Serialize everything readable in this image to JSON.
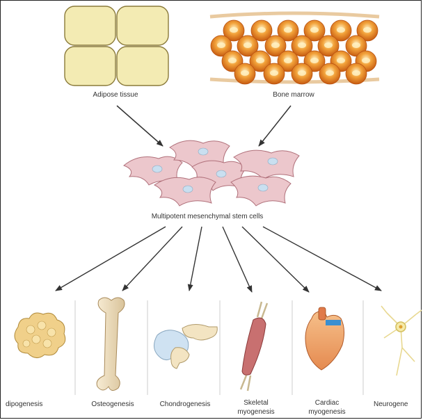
{
  "sources": [
    {
      "id": "adipose",
      "label": "Adipose tissue"
    },
    {
      "id": "marrow",
      "label": "Bone marrow"
    }
  ],
  "center": {
    "label": "Multipotent mesenchymal stem cells"
  },
  "outcomes": [
    {
      "id": "adipo",
      "label": "dipogenesis"
    },
    {
      "id": "osteo",
      "label": "Osteogenesis"
    },
    {
      "id": "chondro",
      "label": "Chondrogenesis"
    },
    {
      "id": "skeletal",
      "label": "Skeletal",
      "label2": "myogenesis"
    },
    {
      "id": "cardiac",
      "label": "Cardiac",
      "label2": "myogenesis"
    },
    {
      "id": "neuro",
      "label": "Neurogene"
    }
  ],
  "colors": {
    "fat": "#f3ebb3",
    "fat_stroke": "#8a7a3a",
    "marrow_cell": "#e8901c",
    "marrow_highlight": "#fff0c0",
    "marrow_band": "#e9caa0",
    "stem_cell": "#ecc7cc",
    "stem_stroke": "#b0707a",
    "nucleus": "#c9dff0",
    "arrow": "#333333",
    "divider": "#cccccc"
  }
}
